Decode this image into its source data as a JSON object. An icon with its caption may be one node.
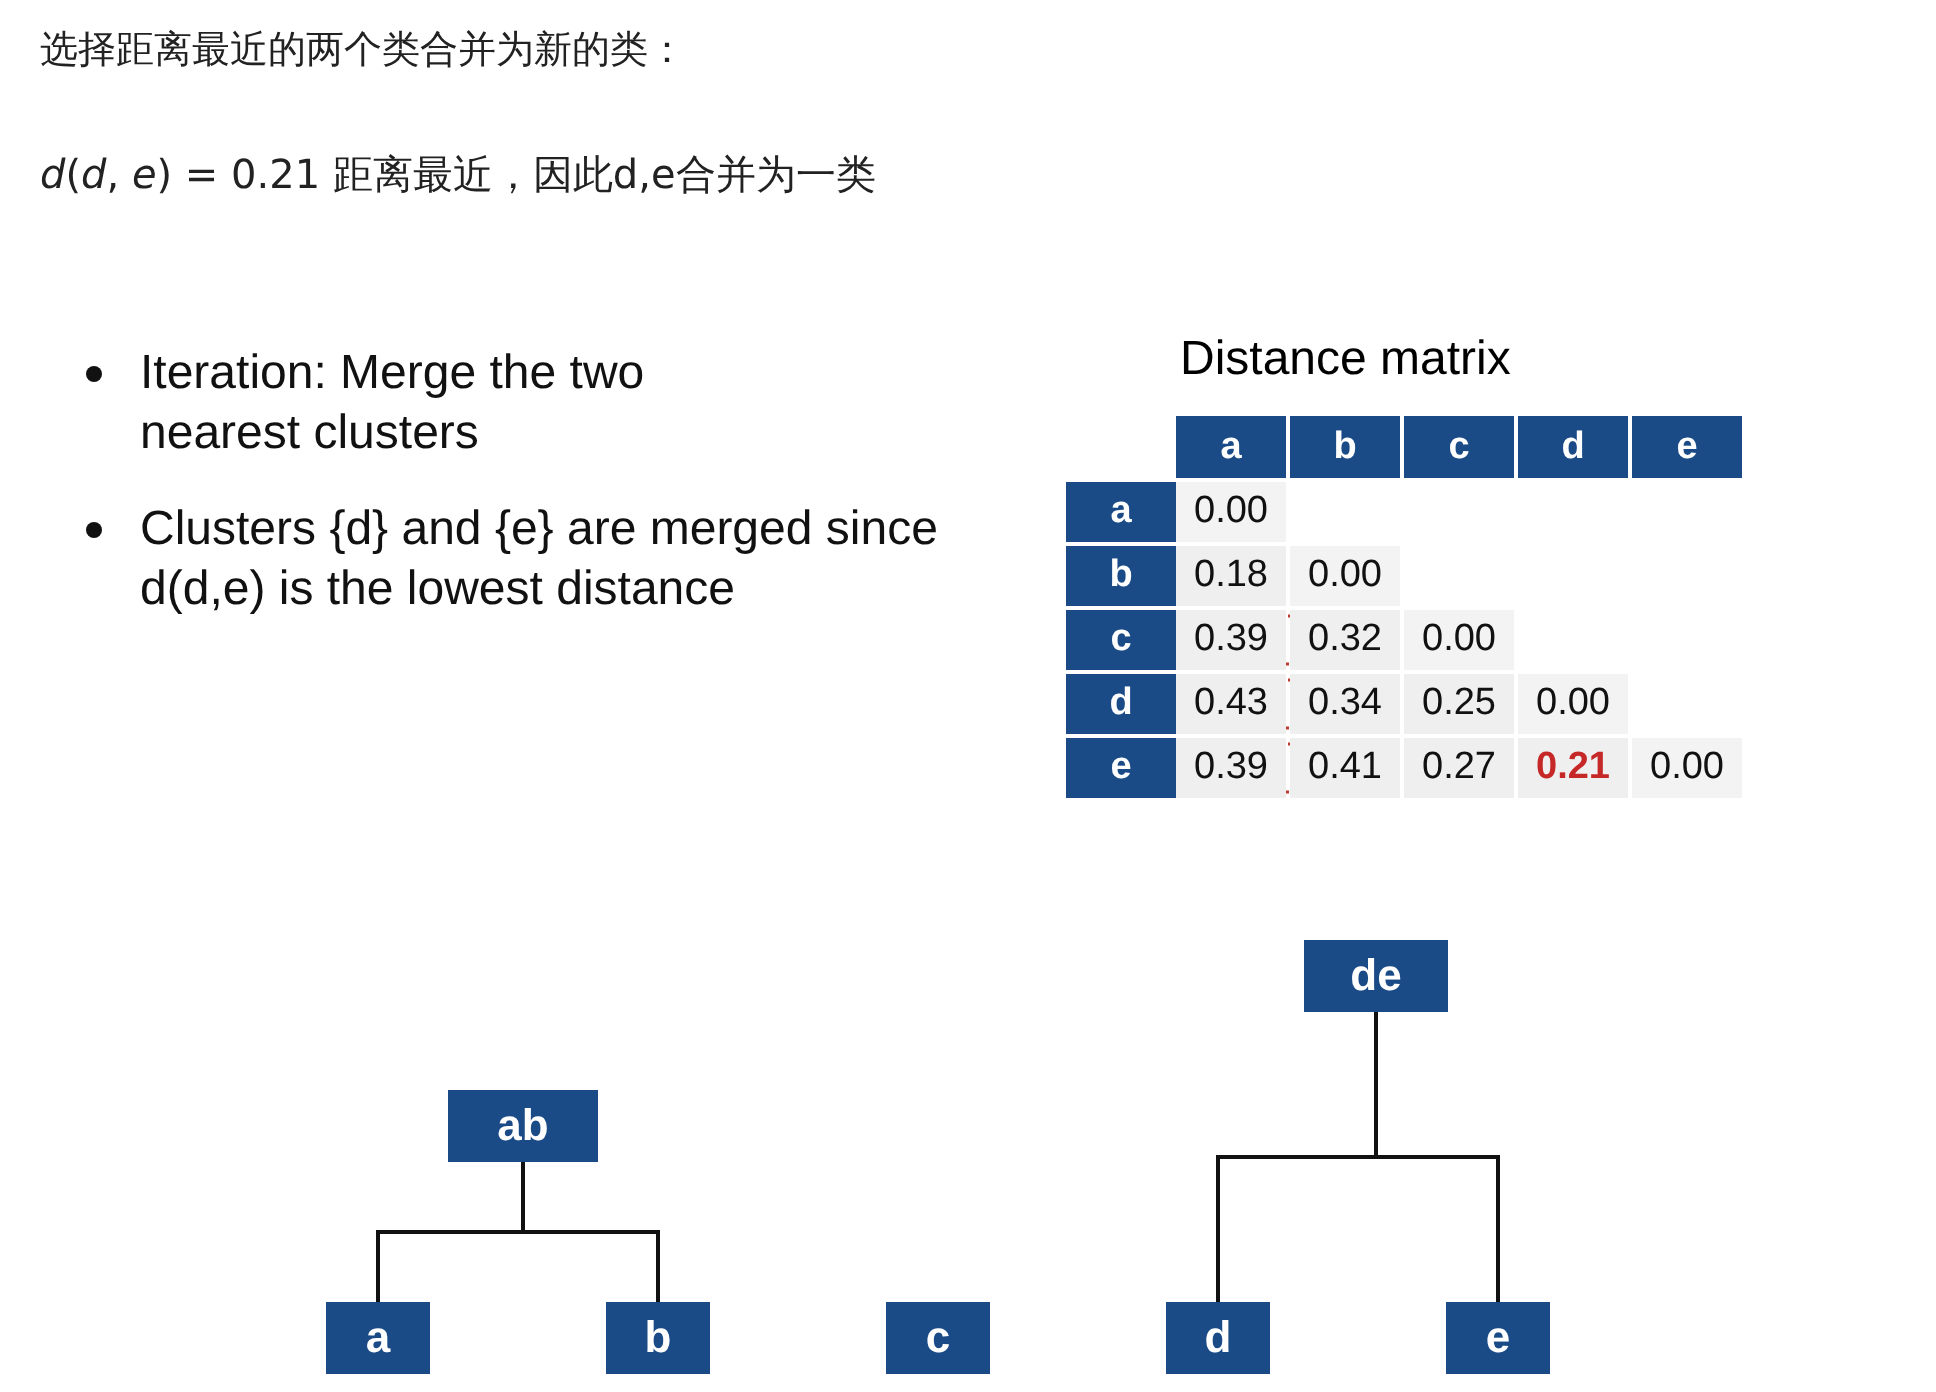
{
  "diagram": {
    "nodes": [
      {
        "text": [
          "ab"
        ]
      },
      {
        "text": [
          "a"
        ]
      },
      {
        "text": [
          "b"
        ]
      },
      {
        "text": [
          "c"
        ]
      },
      {
        "text": [
          "de"
        ]
      },
      {
        "text": [
          "d"
        ]
      },
      {
        "text": [
          "e"
        ]
      }
    ],
    "edges": [
      {
        "from": 0,
        "to": 1,
        "arrow": "none"
      },
      {
        "from": 0,
        "to": 2,
        "arrow": "none"
      },
      {
        "from": 4,
        "to": 5,
        "arrow": "none"
      },
      {
        "from": 4,
        "to": 6,
        "arrow": "none"
      }
    ],
    "labels": [
      "选择距离最近的两个类合并为新的类：",
      "*d*(*d*, *e*) = 0.21 距离最近，因此d,e合并为一类",
      "Iteration: Merge the two nearest clusters",
      "Clusters {d} and {e} are merged since d(d,e) is the lowest distance",
      "Distance matrix",
      "a",
      "b",
      "c",
      "d",
      "e",
      "a",
      "0.00",
      "b",
      "0.18",
      "0.00",
      "c",
      "0.39",
      "0.32",
      "0.00",
      "d",
      "0.43",
      "0.34",
      "0.25",
      "0.00",
      "e",
      "0.39",
      "0.41",
      "0.27",
      "0.21",
      "0.00"
    ]
  }
}
